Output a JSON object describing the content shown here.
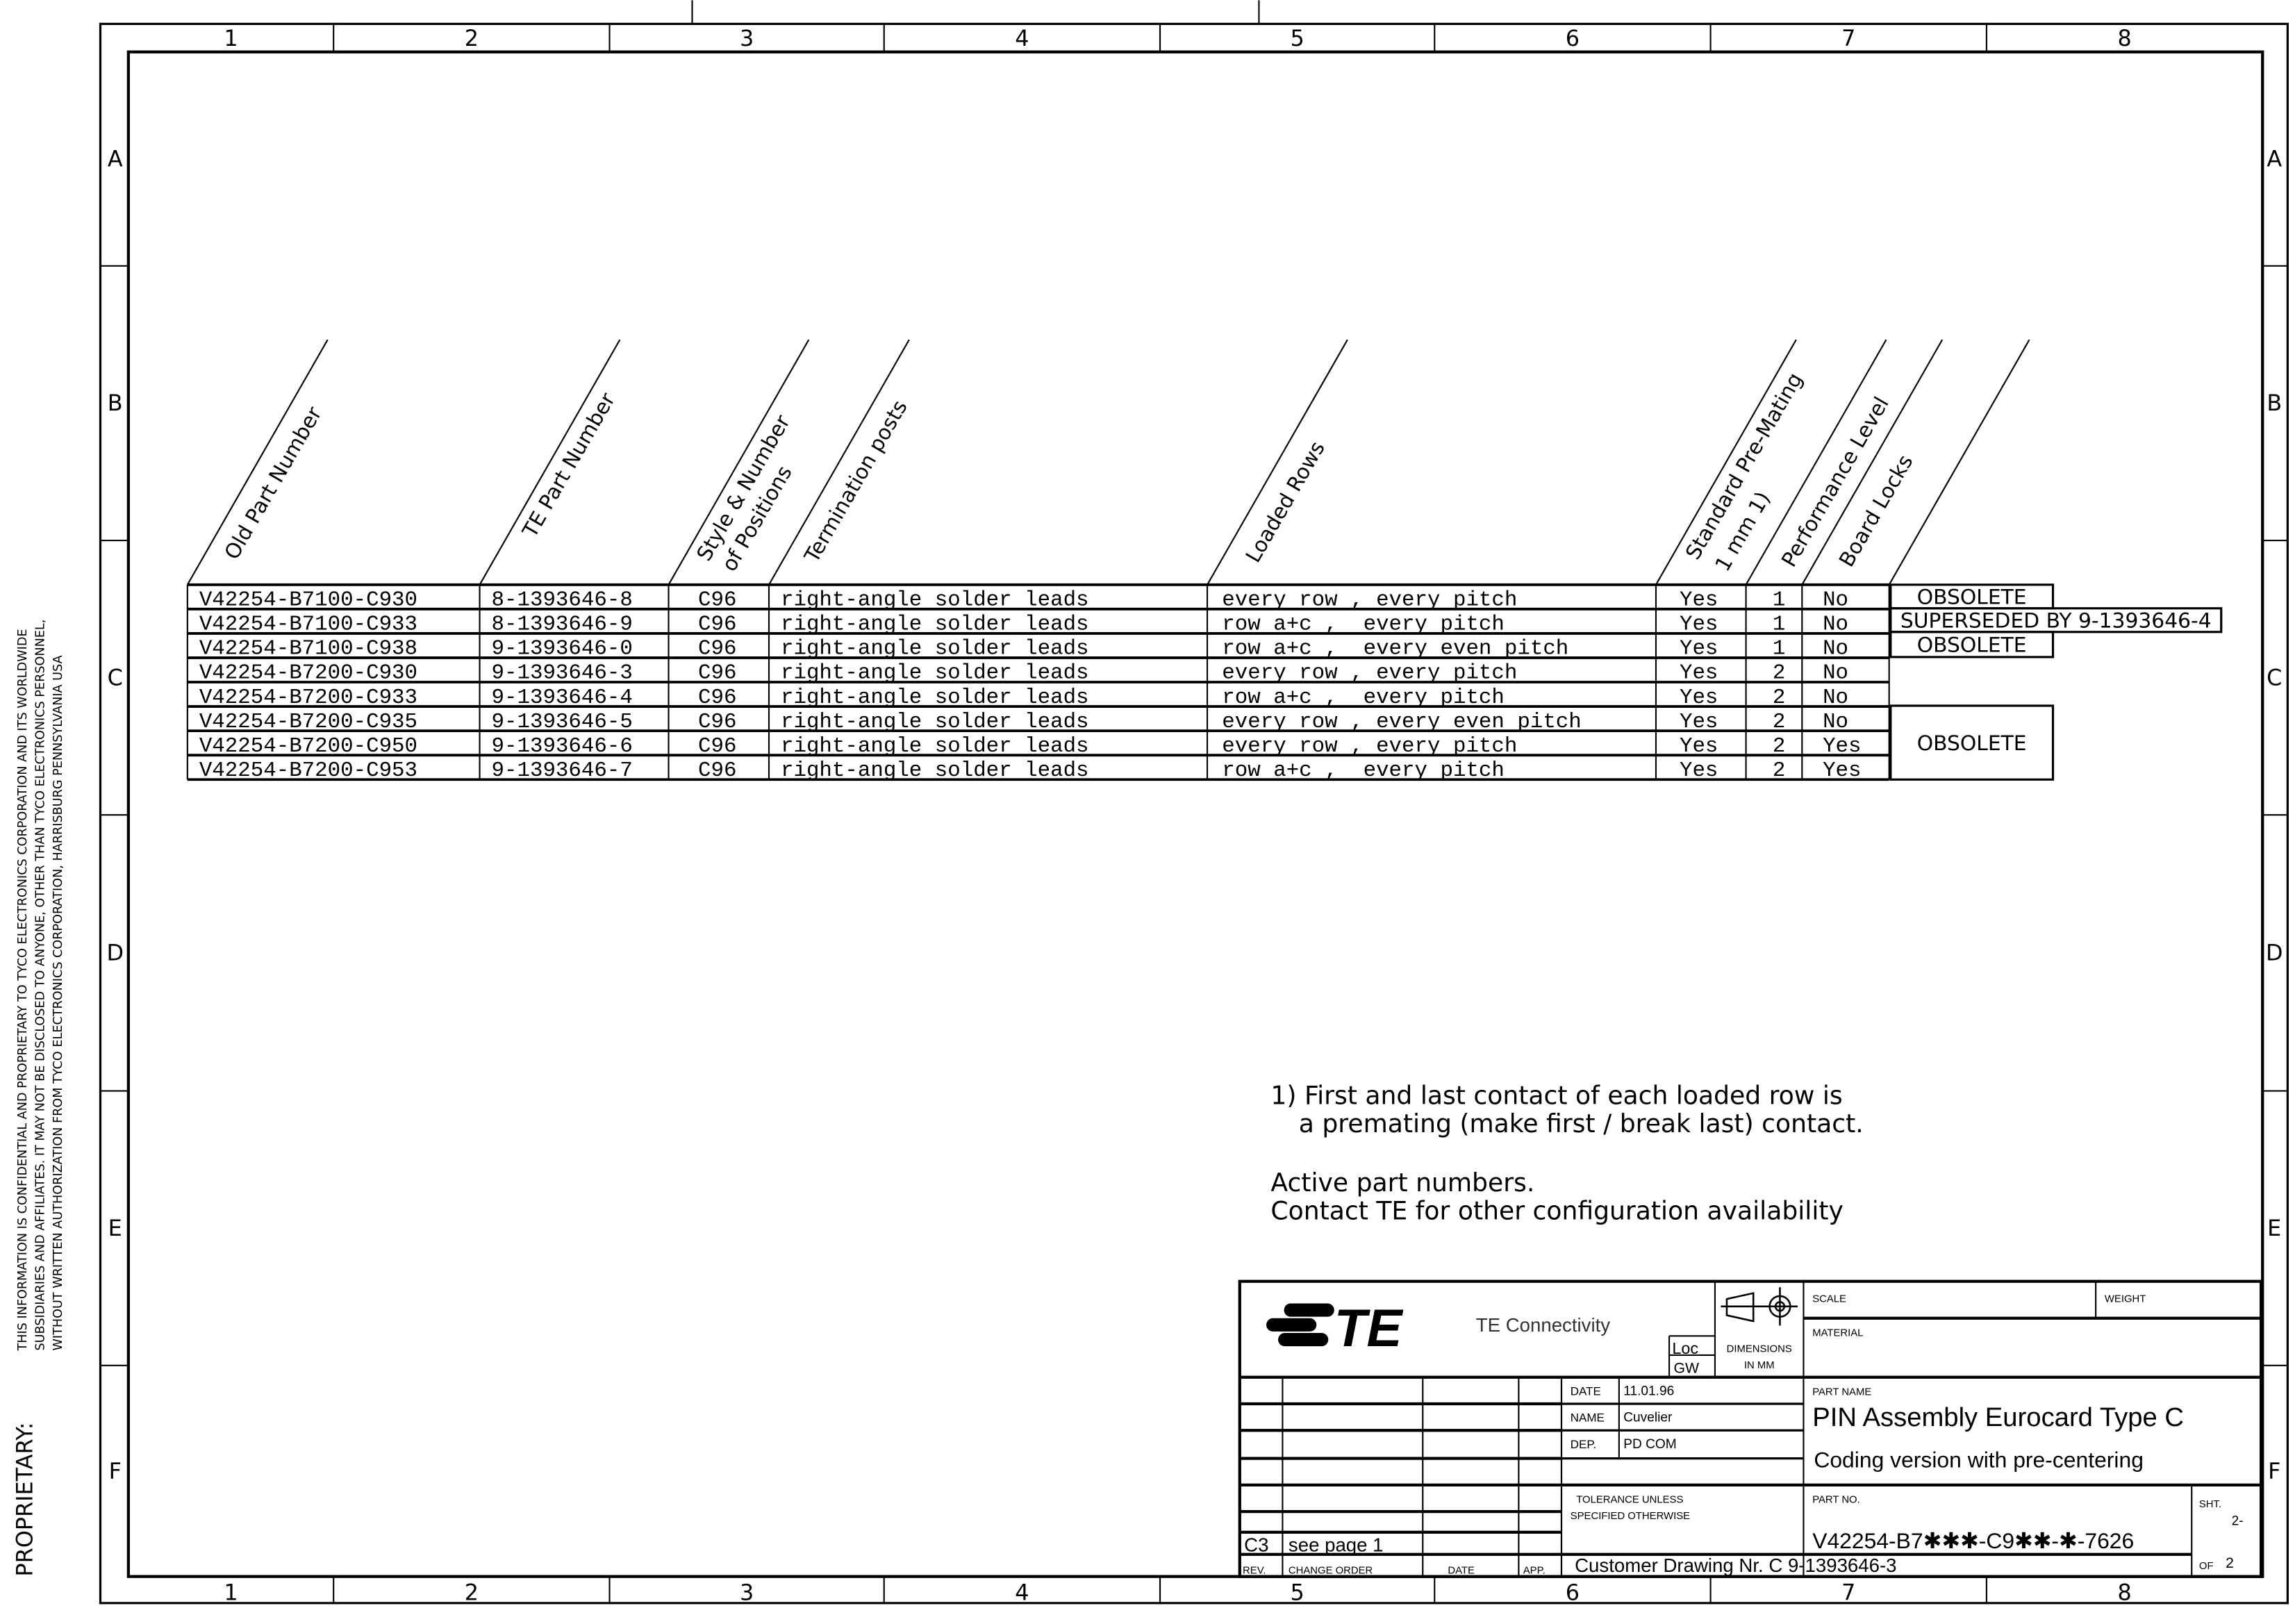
{
  "frame": {
    "columns": [
      "1",
      "2",
      "3",
      "4",
      "5",
      "6",
      "7",
      "8"
    ],
    "rows": [
      "A",
      "B",
      "C",
      "D",
      "E",
      "F"
    ]
  },
  "proprietary": {
    "label": "PROPRIETARY:",
    "lines": [
      "THIS INFORMATION IS CONFIDENTIAL AND PROPRIETARY TO TYCO ELECTRONICS CORPORATION AND ITS WORLDWIDE",
      "SUBSIDIARIES AND AFFILIATES. IT MAY NOT BE DISCLOSED TO ANYONE, OTHER THAN TYCO ELECTRONICS PERSONNEL,",
      "WITHOUT WRITTEN AUTHORIZATION FROM TYCO ELECTRONICS CORPORATION, HARRISBURG PENNSYLVANIA USA"
    ]
  },
  "table": {
    "headers": [
      "Old Part Number",
      "TE  Part Number",
      "Style & Number",
      "of Positions",
      "Termination posts",
      "Loaded Rows",
      "Standard Pre-Mating",
      "1 mm 1)",
      "Performance Level",
      "Board Locks"
    ],
    "rows": [
      [
        "V42254-B7100-C930",
        "8-1393646-8",
        "C96",
        "right-angle solder leads",
        "every row , every pitch",
        "Yes",
        "1",
        "No"
      ],
      [
        "V42254-B7100-C933",
        "8-1393646-9",
        "C96",
        "right-angle solder leads",
        "row a+c ,  every pitch",
        "Yes",
        "1",
        "No"
      ],
      [
        "V42254-B7100-C938",
        "9-1393646-0",
        "C96",
        "right-angle solder leads",
        "row a+c ,  every even pitch",
        "Yes",
        "1",
        "No"
      ],
      [
        "V42254-B7200-C930",
        "9-1393646-3",
        "C96",
        "right-angle solder leads",
        "every row , every pitch",
        "Yes",
        "2",
        "No"
      ],
      [
        "V42254-B7200-C933",
        "9-1393646-4",
        "C96",
        "right-angle solder leads",
        "row a+c ,  every pitch",
        "Yes",
        "2",
        "No"
      ],
      [
        "V42254-B7200-C935",
        "9-1393646-5",
        "C96",
        "right-angle solder leads",
        "every row , every even pitch",
        "Yes",
        "2",
        "No"
      ],
      [
        "V42254-B7200-C950",
        "9-1393646-6",
        "C96",
        "right-angle solder leads",
        "every row , every pitch",
        "Yes",
        "2",
        "Yes"
      ],
      [
        "V42254-B7200-C953",
        "9-1393646-7",
        "C96",
        "right-angle solder leads",
        "row a+c ,  every pitch",
        "Yes",
        "2",
        "Yes"
      ]
    ],
    "status": [
      "OBSOLETE",
      "SUPERSEDED BY 9-1393646-4",
      "OBSOLETE",
      "OBSOLETE"
    ]
  },
  "notes": {
    "note1_line1": "1) First and last contact of each loaded row is",
    "note1_line2": "a premating (make first / break last)  contact.",
    "active_line1": "Active part numbers.",
    "active_line2": "Contact TE for other configuration availability"
  },
  "title_block": {
    "company": "TE  Connectivity",
    "logo_text": "TE",
    "loc_label": "Loc",
    "loc_value": "GW",
    "dimensions_line1": "DIMENSIONS",
    "dimensions_line2": "IN MM",
    "scale_label": "SCALE",
    "weight_label": "WEIGHT",
    "material_label": "MATERIAL",
    "date_label": "DATE",
    "date_value": "11.01.96",
    "name_label": "NAME",
    "name_value": "Cuvelier",
    "dep_label": "DEP.",
    "dep_value": "PD COM",
    "tolerance_line1": "TOLERANCE UNLESS",
    "tolerance_line2": "SPECIFIED OTHERWISE",
    "part_name_label": "PART NAME",
    "part_name": "PIN Assembly Eurocard Type C",
    "part_subtitle": "Coding version with pre-centering",
    "part_no_label": "PART NO.",
    "part_no": "V42254-B7✱✱✱-C9✱✱-✱-7626",
    "sheet_label": "SHT.",
    "sheet_value": "2-",
    "of_label": "OF",
    "of_value": "2",
    "rev_value": "C3",
    "change_value": "see page 1",
    "rev_label": "REV.",
    "change_order_label": "CHANGE ORDER",
    "rev_date_label": "DATE",
    "app_label": "APP.",
    "customer_drawing": "Customer Drawing Nr.  C 9-1393646-3"
  }
}
